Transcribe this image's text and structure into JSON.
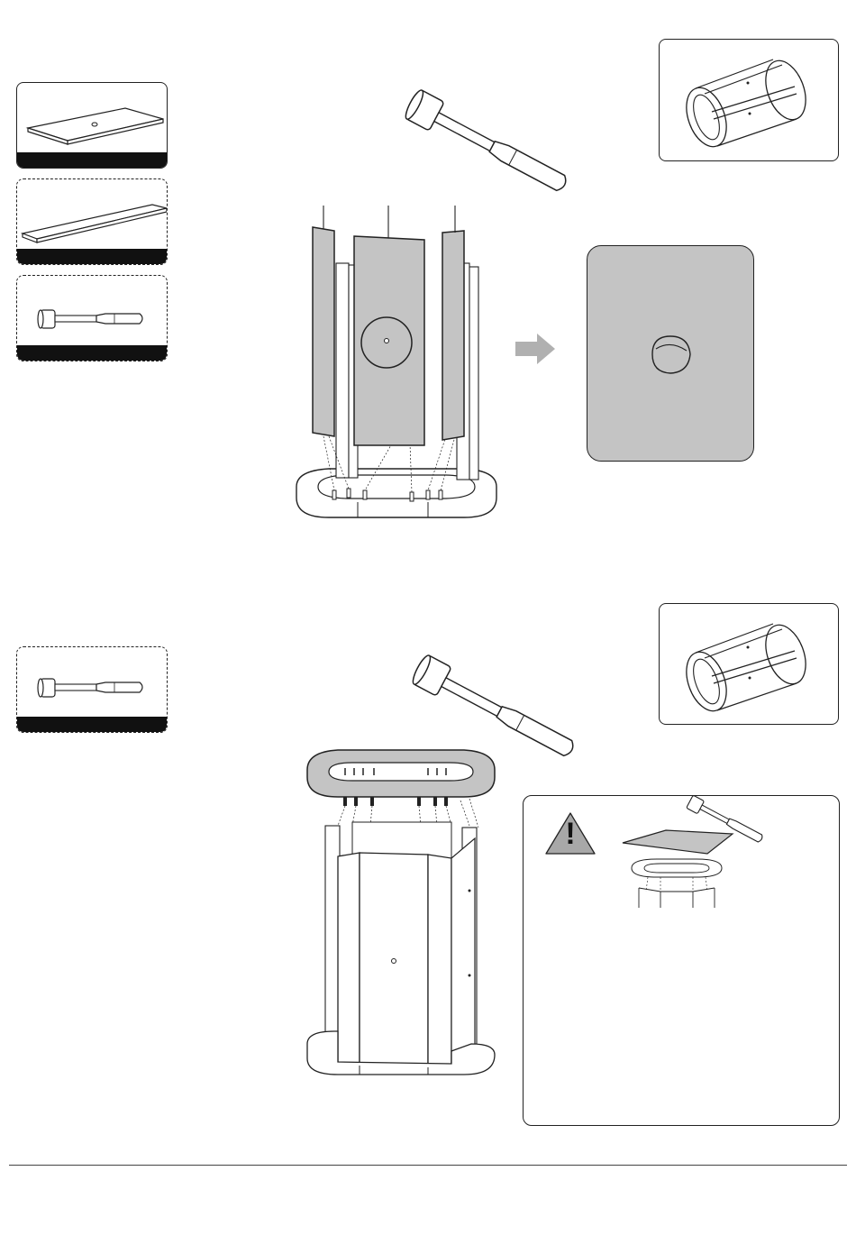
{
  "step1": {
    "parts": [
      {
        "icon": "top-panel-icon",
        "style": "solid"
      },
      {
        "icon": "side-board-icon",
        "style": "dashed"
      },
      {
        "icon": "mallet-icon",
        "style": "dashed"
      }
    ],
    "preview_icon": "frame-assembly-icon",
    "arrow_icon": "arrow-right-icon",
    "detail_icon": "cam-lock-detail-icon"
  },
  "step2": {
    "parts": [
      {
        "icon": "mallet-icon",
        "style": "dashed"
      }
    ],
    "preview_icon": "frame-assembly-icon",
    "warning": {
      "symbol": "!",
      "icon": "warning-triangle-icon",
      "color": "#a8a8a8"
    }
  },
  "colors": {
    "panel_fill": "#c4c4c4",
    "line": "#1a1a1a",
    "card_bar": "#111111"
  }
}
